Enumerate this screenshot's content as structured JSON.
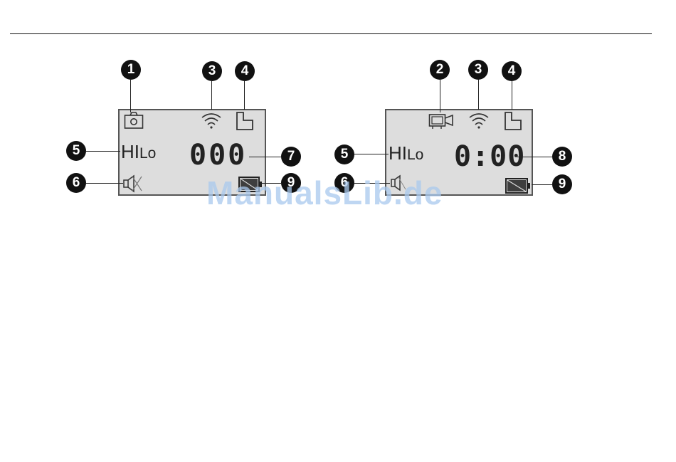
{
  "left_display": {
    "hilo_hi": "HI",
    "hilo_lo": "Lo",
    "counter": "000",
    "callouts": [
      "1",
      "3",
      "4",
      "5",
      "6",
      "7",
      "9"
    ]
  },
  "right_display": {
    "hilo_hi": "HI",
    "hilo_lo": "Lo",
    "timer": "0:00",
    "callouts": [
      "2",
      "3",
      "4",
      "5",
      "6",
      "8",
      "9"
    ]
  },
  "watermark": "ManualsLib.de",
  "icons": [
    "camera-icon",
    "video-camera-icon",
    "wifi-icon",
    "memory-card-icon",
    "speaker-muted-icon",
    "battery-empty-icon"
  ]
}
